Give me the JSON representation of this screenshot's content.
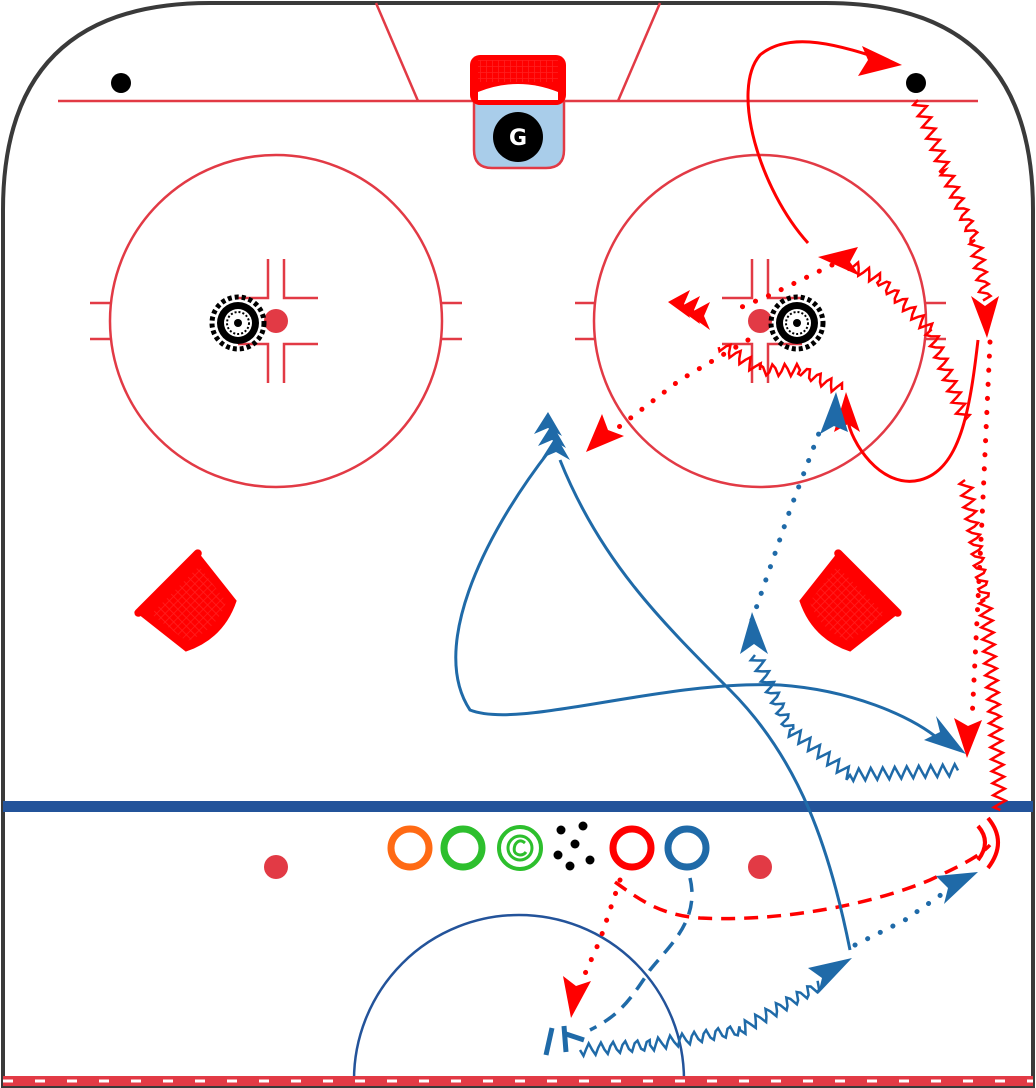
{
  "diagram": {
    "type": "hockey-drill",
    "colors": {
      "rink_red": "#e23a45",
      "drill_red": "#ff0000",
      "drill_blue": "#1f6aa8",
      "blue_line": "#23539a",
      "crease": "#a9cdea",
      "board": "#3a3a3a",
      "orange": "#ff6a14",
      "green": "#2dbf2d"
    },
    "goalie": {
      "label": "G",
      "icon": "goalie-marker-icon"
    },
    "tokens": [
      {
        "name": "orange-player-ring-icon",
        "color": "#ff6a14"
      },
      {
        "name": "green-player-ring-icon",
        "color": "#2dbf2d"
      },
      {
        "name": "green-captain-icon",
        "color": "#2dbf2d",
        "label": "C"
      },
      {
        "name": "puck-pile-icon",
        "color": "#000000"
      },
      {
        "name": "red-player-ring-icon",
        "color": "#ff0000"
      },
      {
        "name": "blue-player-ring-icon",
        "color": "#1f6aa8"
      }
    ],
    "pieces": [
      "tire-obstacle-icon",
      "tire-obstacle-icon",
      "small-net-icon",
      "small-net-icon",
      "main-goal-net-icon"
    ]
  }
}
